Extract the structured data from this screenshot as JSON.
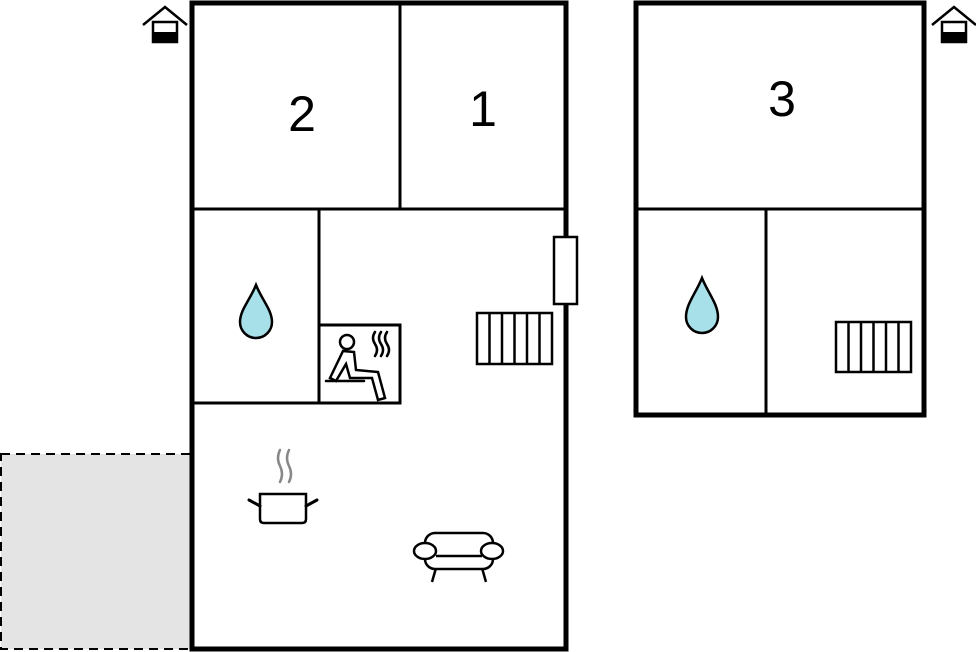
{
  "rooms": {
    "room_1": "1",
    "room_2": "2",
    "room_3": "3"
  },
  "colors": {
    "water": "#a8e0ea",
    "terrace": "#e4e4e4",
    "wall": "#000000"
  },
  "icons": [
    "house-level-icon",
    "water-drop-icon",
    "sauna-icon",
    "stairs-icon",
    "cooking-pot-icon",
    "sofa-icon",
    "door-icon"
  ]
}
